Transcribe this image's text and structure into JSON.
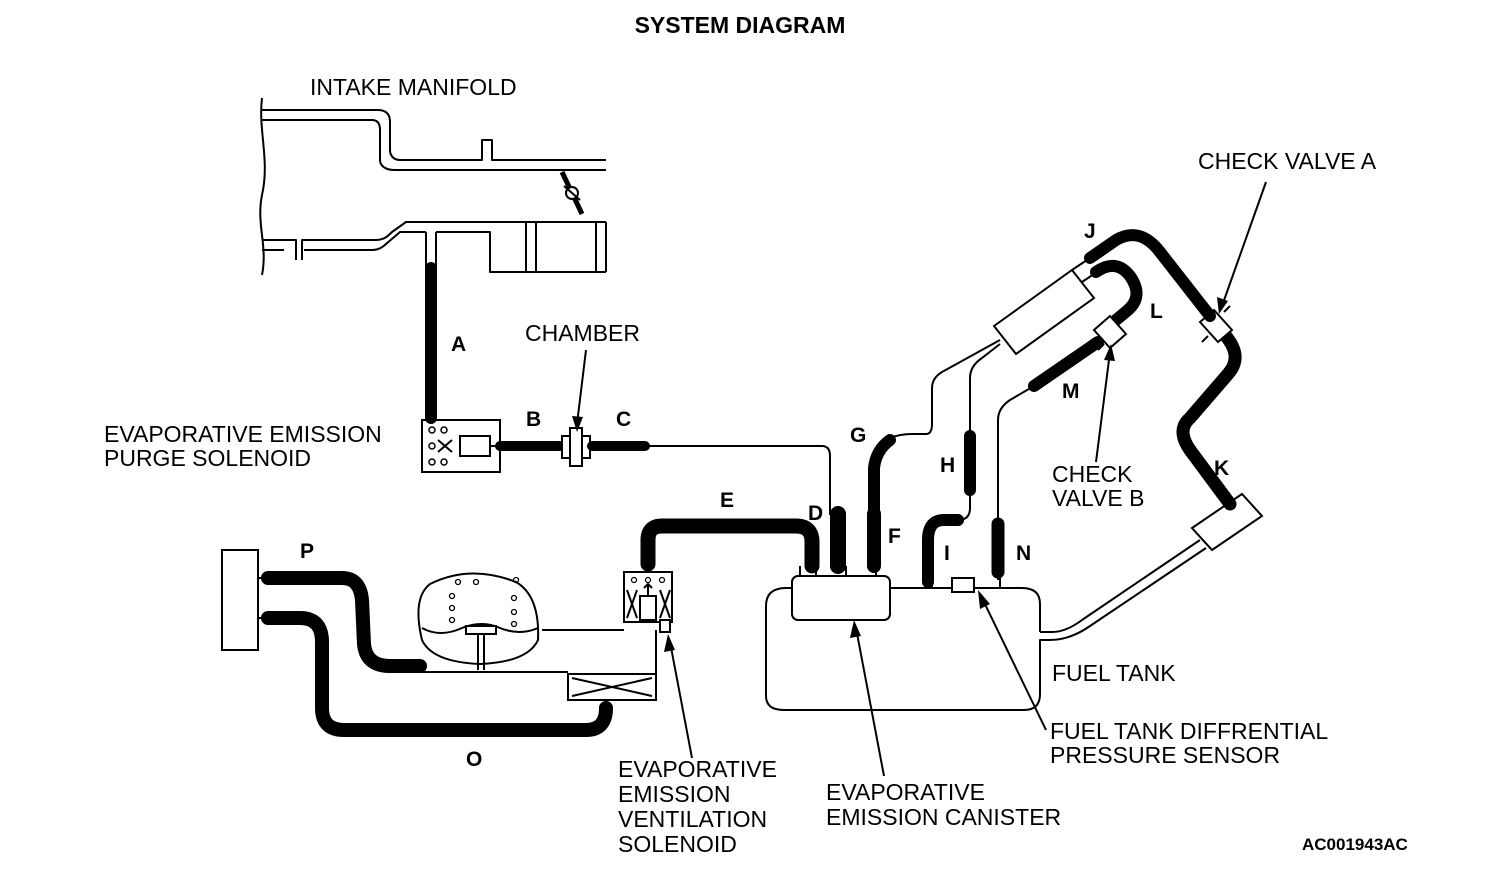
{
  "title": "SYSTEM DIAGRAM",
  "labels": {
    "intake_manifold": "INTAKE MANIFOLD",
    "chamber": "CHAMBER",
    "check_valve_a": "CHECK VALVE A",
    "check_valve_b": [
      "CHECK",
      "VALVE B"
    ],
    "purge_solenoid": [
      "EVAPORATIVE EMISSION",
      "PURGE SOLENOID"
    ],
    "ventilation_solenoid": [
      "EVAPORATIVE",
      "EMISSION",
      "VENTILATION",
      "SOLENOID"
    ],
    "canister": [
      "EVAPORATIVE",
      "EMISSION CANISTER"
    ],
    "fuel_tank": "FUEL TANK",
    "pressure_sensor": [
      "FUEL TANK DIFFRENTIAL",
      "PRESSURE SENSOR"
    ]
  },
  "hose_letters": {
    "A": "A",
    "B": "B",
    "C": "C",
    "D": "D",
    "E": "E",
    "F": "F",
    "G": "G",
    "H": "H",
    "I": "I",
    "J": "J",
    "K": "K",
    "L": "L",
    "M": "M",
    "N": "N",
    "O": "O",
    "P": "P"
  },
  "figure_code": "AC001943AC"
}
